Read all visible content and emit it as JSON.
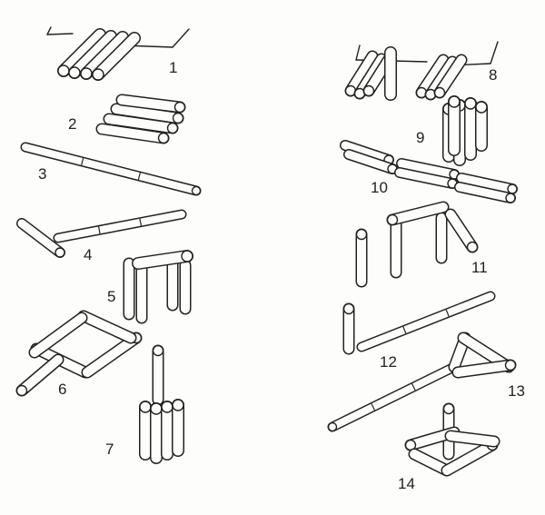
{
  "figure": {
    "labels": [
      "1",
      "2",
      "3",
      "4",
      "5",
      "6",
      "7",
      "8",
      "9",
      "10",
      "11",
      "12",
      "13",
      "14"
    ],
    "ink_color": "#222222",
    "paper_color": "#fdfdfb"
  }
}
